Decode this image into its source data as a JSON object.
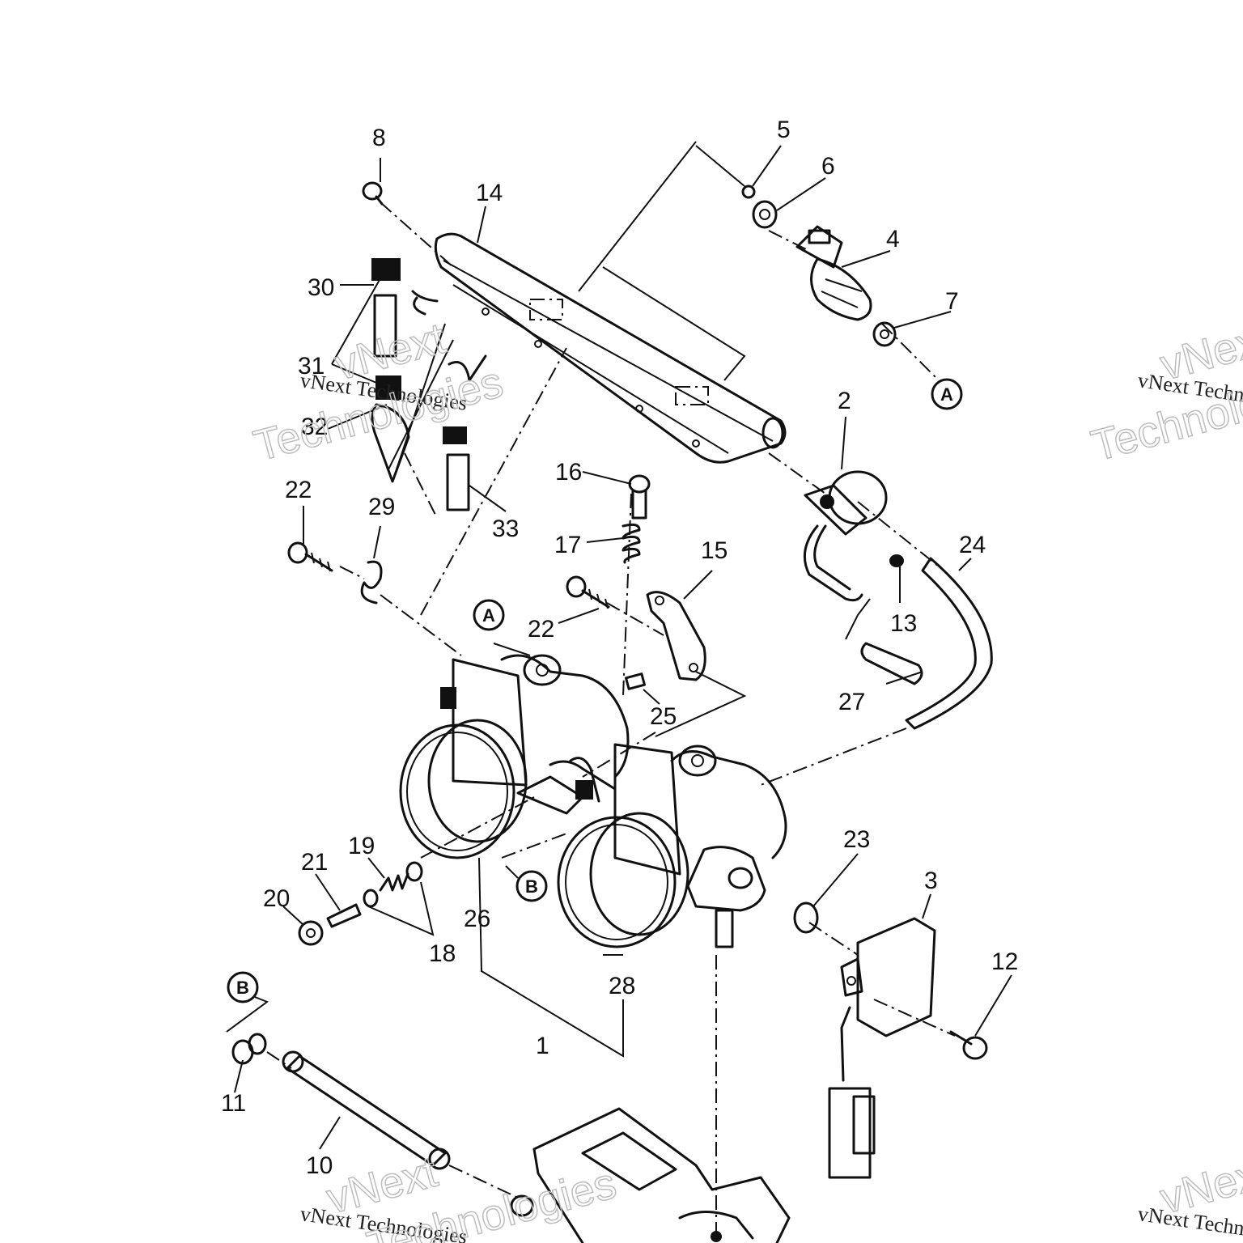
{
  "labels": {
    "l1": "1",
    "l2": "2",
    "l3": "3",
    "l4": "4",
    "l5": "5",
    "l6": "6",
    "l7": "7",
    "l8": "8",
    "l10": "10",
    "l11": "11",
    "l12": "12",
    "l13": "13",
    "l14": "14",
    "l15": "15",
    "l16": "16",
    "l17": "17",
    "l18": "18",
    "l19": "19",
    "l20": "20",
    "l21": "21",
    "l22a": "22",
    "l22b": "22",
    "l23": "23",
    "l24": "24",
    "l25": "25",
    "l26": "26",
    "l27": "27",
    "l28": "28",
    "l29": "29",
    "l30": "30",
    "l31": "31",
    "l32": "32",
    "l33": "33"
  },
  "refs": {
    "a_top": "A",
    "a_mid": "A",
    "b_mid": "B",
    "b_low": "B"
  },
  "watermark": {
    "line1": "vNext Technologies",
    "line2a": "vNext",
    "line2b": "Technologies"
  }
}
